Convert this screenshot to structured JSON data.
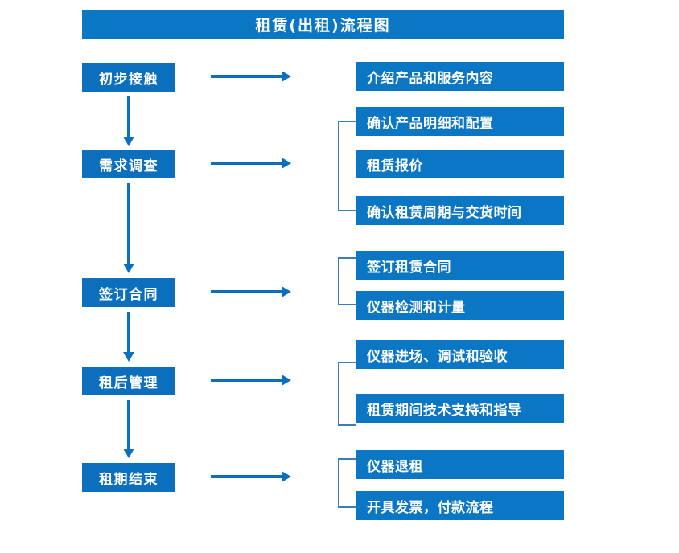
{
  "title": "租赁(出租)流程图",
  "colors": {
    "box_blue": "#0b76c4",
    "stage_blue": "#0b6fbe",
    "arrow_blue": "#0b6fbe",
    "bracket_blue": "#3a7ebf",
    "text": "#ffffff",
    "background": "#ffffff"
  },
  "stages": [
    {
      "label": "初步接触",
      "details": [
        "介绍产品和服务内容"
      ],
      "has_bracket": false,
      "arrow_to_details": "right-arrow",
      "arrow_to_next": "down-arrow"
    },
    {
      "label": "需求调查",
      "details": [
        "确认产品明细和配置",
        "租赁报价",
        "确认租赁周期与交货时间"
      ],
      "has_bracket": true,
      "arrow_to_details": "right-arrow",
      "arrow_to_next": "down-arrow"
    },
    {
      "label": "签订合同",
      "details": [
        "签订租赁合同",
        "仪器检测和计量"
      ],
      "has_bracket": true,
      "arrow_to_details": "right-arrow",
      "arrow_to_next": "down-arrow"
    },
    {
      "label": "租后管理",
      "details": [
        "仪器进场、调试和验收",
        "租赁期间技术支持和指导"
      ],
      "has_bracket": true,
      "arrow_to_details": "right-arrow",
      "arrow_to_next": "down-arrow"
    },
    {
      "label": "租期结束",
      "details": [
        "仪器退租",
        "开具发票，付款流程"
      ],
      "has_bracket": true,
      "arrow_to_details": "right-arrow",
      "arrow_to_next": null
    }
  ]
}
